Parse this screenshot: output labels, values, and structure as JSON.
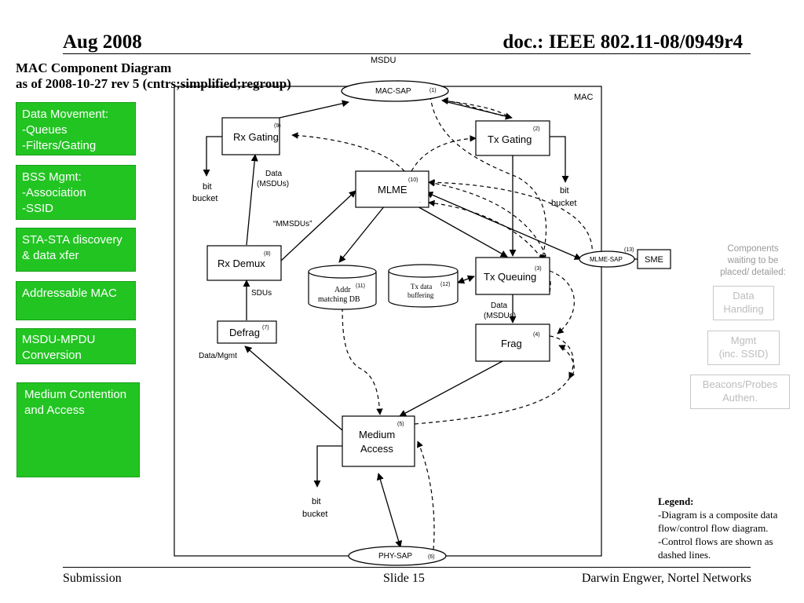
{
  "header": {
    "left": "Aug 2008",
    "right": "doc.: IEEE 802.11-08/0949r4"
  },
  "title": {
    "line1": "MAC Component Diagram",
    "line2": "as of 2008-10-27 rev 5 (cntrs;simplified;regroup)"
  },
  "sidebar": [
    {
      "lines": [
        "Data Movement:",
        "-Queues",
        "-Filters/Gating"
      ]
    },
    {
      "lines": [
        "BSS Mgmt:",
        "-Association",
        "-SSID"
      ]
    },
    {
      "lines": [
        "STA-STA discovery",
        "& data xfer"
      ]
    },
    {
      "lines": [
        "Addressable MAC"
      ]
    },
    {
      "lines": [
        "MSDU-MPDU",
        "Conversion"
      ]
    },
    {
      "lines": [
        "Medium Contention",
        "and Access"
      ]
    }
  ],
  "diagram": {
    "mac_label": "MAC",
    "msdu_label": "MSDU",
    "mac_sap": {
      "label": "MAC-SAP",
      "num": "(1)"
    },
    "phy_sap": {
      "label": "PHY-SAP",
      "num": "(6)"
    },
    "mlme_sap": {
      "label": "MLME-SAP",
      "num": "(13)"
    },
    "sme": "SME",
    "tx_gating": {
      "label": "Tx Gating",
      "num": "(2)"
    },
    "tx_queuing": {
      "label": "Tx Queuing",
      "num": "(3)"
    },
    "frag": {
      "label": "Frag",
      "num": "(4)"
    },
    "medium_access": {
      "label1": "Medium",
      "label2": "Access",
      "num": "(5)"
    },
    "defrag": {
      "label": "Defrag",
      "num": "(7)"
    },
    "rx_demux": {
      "label": "Rx Demux",
      "num": "(8)"
    },
    "rx_gating": {
      "label": "Rx Gating",
      "num": "(9)"
    },
    "mlme": {
      "label": "MLME",
      "num": "(10)",
      "dot": "."
    },
    "addr_db": {
      "label1": "Addr",
      "label2": "matching DB",
      "num": "(11)"
    },
    "tx_buffer": {
      "label1": "Tx data",
      "label2": "buffering",
      "num": "(12)"
    },
    "labels": {
      "bit": "bit",
      "bucket": "bucket",
      "data_msdus_1": "Data",
      "data_msdus_2": "(MSDUs)",
      "mmsdus": "“MMSDUs”",
      "sdus": "SDUs",
      "data_mgmt": "Data/Mgmt"
    }
  },
  "components": {
    "heading": [
      "Components",
      "waiting to be",
      "placed/ detailed:"
    ],
    "boxes": [
      {
        "lines": [
          "Data",
          "Handling"
        ]
      },
      {
        "lines": [
          "Mgmt",
          "(inc. SSID)"
        ]
      },
      {
        "lines": [
          "Beacons/Probes",
          "Authen."
        ]
      }
    ]
  },
  "legend": {
    "title": "Legend:",
    "lines": [
      "-Diagram is a composite data",
      "flow/control flow diagram.",
      "-Control flows are shown as",
      "dashed lines."
    ]
  },
  "footer": {
    "left": "Submission",
    "center": "Slide 15",
    "right": "Darwin Engwer, Nortel Networks"
  }
}
